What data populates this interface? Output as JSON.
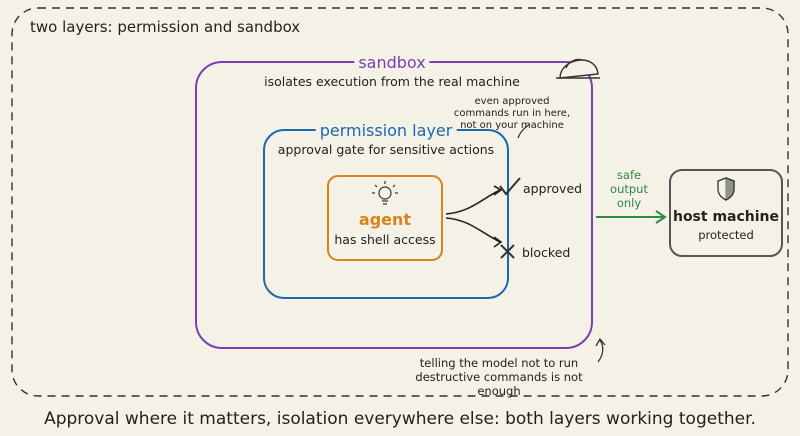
{
  "diagram": {
    "title": "two layers: permission and sandbox",
    "sandbox": {
      "label": "sandbox",
      "sublabel": "isolates execution from the real machine"
    },
    "sandbox_note": "even approved commands run in here, not on your machine",
    "permission_layer": {
      "label": "permission layer",
      "sublabel": "approval gate for sensitive actions"
    },
    "agent": {
      "label": "agent",
      "sublabel": "has shell access",
      "icon": "lightbulb-icon"
    },
    "outcomes": {
      "approved": "approved",
      "blocked": "blocked"
    },
    "output_label": "safe output only",
    "host_machine": {
      "label": "host machine",
      "sublabel": "protected",
      "icon": "shield-icon"
    },
    "bottom_note": "telling the model not to run destructive commands is not enough",
    "caption": "Approval where it matters, isolation everywhere else: both layers working together.",
    "colors": {
      "sandbox": "#7a3fb0",
      "permission": "#1f66b0",
      "agent": "#d9831d",
      "output": "#2e8a45",
      "host": "#555555",
      "background": "#f4f1e6"
    }
  }
}
